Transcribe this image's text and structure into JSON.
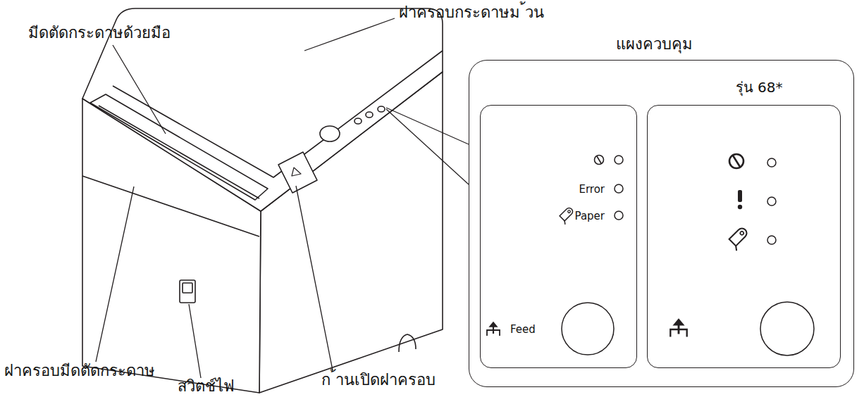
{
  "diagram": {
    "nodes": [
      {
        "text": [
          "แผงควบคุม"
        ]
      },
      {
        "text": [
          "Error",
          "Paper",
          "Feed"
        ],
        "in": 0
      },
      {
        "text": [
          "รุ่น 68*"
        ],
        "in": 0
      }
    ],
    "labels": [
      "มีดตัดกระดาษด้วยมือ",
      "ฝาครอบกระดาษม ้วน",
      "ฝาครอบมีดตัดกระดาษ",
      "สวิตช์ไฟ",
      "ก ้านเปิดฝาครอบ"
    ]
  }
}
